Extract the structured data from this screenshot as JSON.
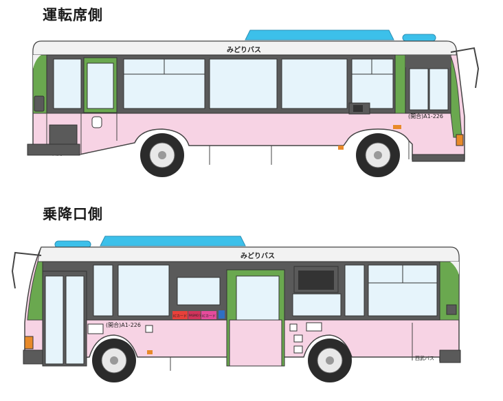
{
  "headings": {
    "driver_side": "運転席側",
    "door_side": "乗降口側"
  },
  "bus": {
    "name": "みどりバス",
    "plate": "(開合)A1-226",
    "operator": "西武バス",
    "card_left": "ICカード",
    "card_mid": "PASMO Suica",
    "card_right": "ICカード"
  },
  "colors": {
    "green": "#6aa84f",
    "pink": "#f7d3e4",
    "window": "#e6f4fb",
    "roof": "#f2f2f2",
    "frame": "#5a5a5a",
    "ac": "#3cc0ea"
  }
}
